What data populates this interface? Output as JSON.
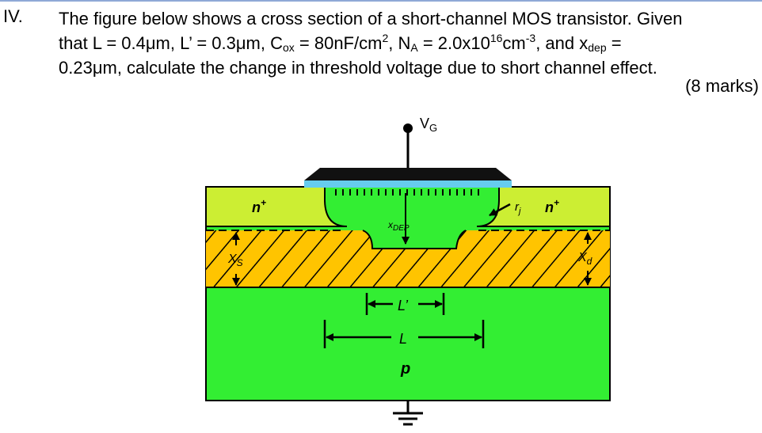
{
  "question": {
    "number": "IV.",
    "line1": "The figure below shows a cross section of a short-channel MOS transistor. Given",
    "line2": {
      "p1": "that L = 0.4μm, L’ = 0.3μm, C",
      "cox_sub": "ox",
      "p2": " = 80nF/cm",
      "cm_sup": "2",
      "p3": ", N",
      "na_sub": "A",
      "p4": " = 2.0x10",
      "exp_sup": "16",
      "p5": "cm",
      "cm3_sup": "-3",
      "p6": ", and x",
      "dep_sub": "dep",
      "p7": " ="
    },
    "line3": "0.23μm, calculate the change in threshold voltage due to short channel effect.",
    "marks": "(8 marks)"
  },
  "figure": {
    "labels": {
      "vg": "V",
      "vg_sub": "G",
      "n_left": "n",
      "n_right": "n",
      "n_sup": "+",
      "rj": "r",
      "rj_sub": "j",
      "xdep": "x",
      "xdep_sub": "DEP",
      "xs": "X",
      "xs_sub": "S",
      "xd": "X",
      "xd_sub": "d",
      "l_prime": "L’",
      "l": "L",
      "p": "p"
    },
    "colors": {
      "substrate": "#33ee33",
      "n_plus": "#ccee33",
      "depletion": "#ffc400",
      "oxide": "#66ccee",
      "gate": "#111111",
      "outline": "#000000"
    }
  }
}
